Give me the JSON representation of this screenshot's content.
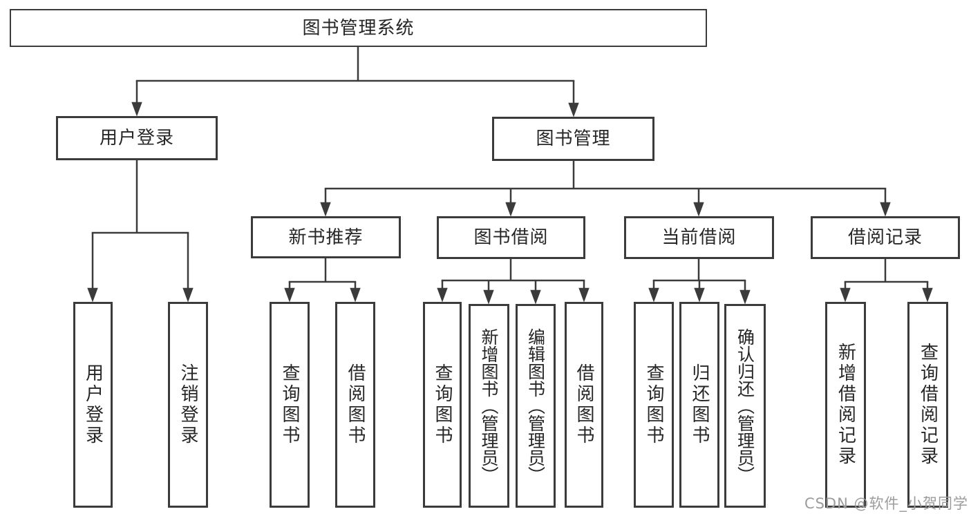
{
  "diagram": {
    "type": "hierarchy-tree",
    "colors": {
      "line": "#3b3b3b",
      "box_border": "#3b3b3b",
      "text": "#262626",
      "background": "#ffffff",
      "watermark": "#9c9c9c"
    },
    "watermark": "CSDN @软件_小贺同学"
  },
  "tree": {
    "label": "图书管理系统",
    "children": [
      {
        "label": "用户登录",
        "children": [
          {
            "label": "用户登录"
          },
          {
            "label": "注销登录"
          }
        ]
      },
      {
        "label": "图书管理",
        "children": [
          {
            "label": "新书推荐",
            "children": [
              {
                "label": "查询图书"
              },
              {
                "label": "借阅图书"
              }
            ]
          },
          {
            "label": "图书借阅",
            "children": [
              {
                "label": "查询图书"
              },
              {
                "label": "新增图书（管理员）"
              },
              {
                "label": "编辑图书（管理员）"
              },
              {
                "label": "借阅图书"
              }
            ]
          },
          {
            "label": "当前借阅",
            "children": [
              {
                "label": "查询图书"
              },
              {
                "label": "归还图书"
              },
              {
                "label": "确认归还（管理员）"
              }
            ]
          },
          {
            "label": "借阅记录",
            "children": [
              {
                "label": "新增借阅记录"
              },
              {
                "label": "查询借阅记录"
              }
            ]
          }
        ]
      }
    ]
  }
}
